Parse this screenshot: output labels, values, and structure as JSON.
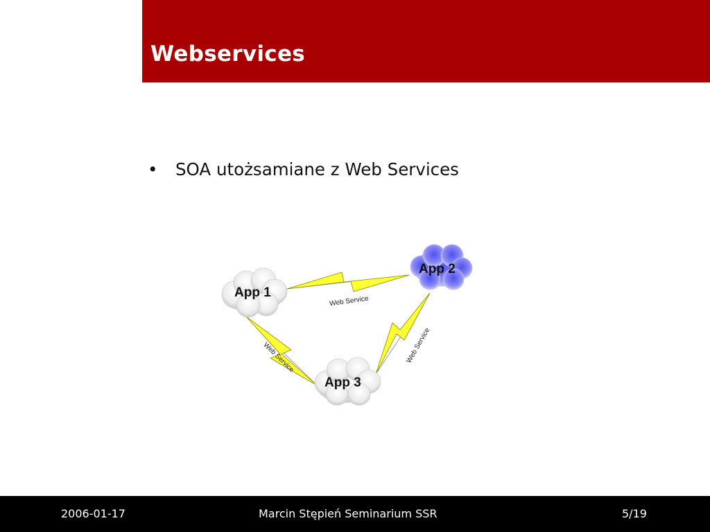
{
  "slide": {
    "title": "Webservices",
    "bullet_symbol": "•",
    "bullets": [
      "SOA utożsamiane z Web Services"
    ]
  },
  "diagram": {
    "nodes": {
      "app1": "App 1",
      "app2": "App 2",
      "app3": "App 3"
    },
    "links": {
      "app1_app2": "Web Service",
      "app1_app3": "Web Service",
      "app2_app3": "Web Service"
    }
  },
  "footer": {
    "date": "2006-01-17",
    "center": "Marcin Stępień Seminarium SSR",
    "page": "5/19"
  },
  "colors": {
    "header": "#a80000",
    "footer": "#000000",
    "lightning": "#ffff33",
    "cloud_gray": "#e9e9e9",
    "cloud_blue": "#5555ee"
  }
}
